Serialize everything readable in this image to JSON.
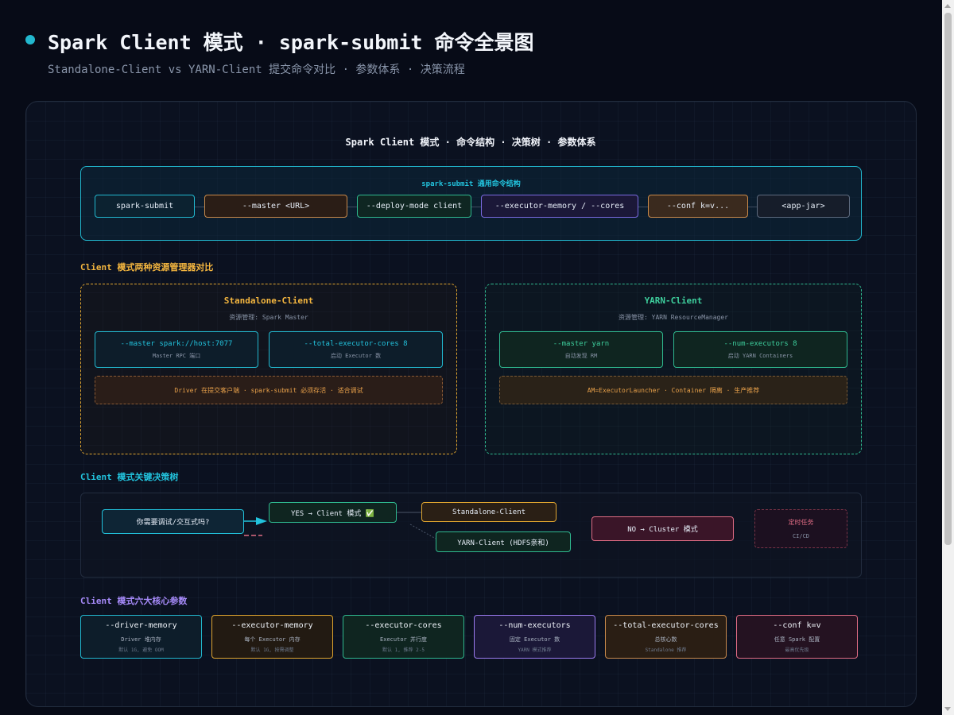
{
  "header": {
    "title": "Spark Client 模式 · spark-submit 命令全景图",
    "subtitle": "Standalone-Client vs YARN-Client 提交命令对比 · 参数体系 · 决策流程"
  },
  "diagram": {
    "title": "Spark Client 模式 · 命令结构 · 决策树 · 参数体系",
    "command_structure": {
      "title": "spark-submit 通用命令结构",
      "parts": [
        "spark-submit",
        "--master <URL>",
        "--deploy-mode client",
        "--executor-memory / --cores",
        "--conf k=v...",
        "<app-jar>"
      ]
    },
    "comparison": {
      "label": "Client 模式两种资源管理器对比",
      "standalone": {
        "title": "Standalone-Client",
        "subtitle": "资源管理: Spark Master",
        "param1": {
          "name": "--master spark://host:7077",
          "desc": "Master RPC 端口"
        },
        "param2": {
          "name": "--total-executor-cores 8",
          "desc": "启动 Executor 数"
        },
        "note": "Driver 在提交客户端 · spark-submit 必须存活 · 适合调试"
      },
      "yarn": {
        "title": "YARN-Client",
        "subtitle": "资源管理: YARN ResourceManager",
        "param1": {
          "name": "--master yarn",
          "desc": "自动发现 RM"
        },
        "param2": {
          "name": "--num-executors 8",
          "desc": "启动 YARN Containers"
        },
        "note": "AM=ExecutorLauncher · Container 隔离 · 生产推荐"
      }
    },
    "decision_tree": {
      "label": "Client 模式关键决策树",
      "question": "你需要调试/交互式吗?",
      "yes": "YES → Client 模式 ✅",
      "standalone": "Standalone-Client",
      "yarn": "YARN-Client (HDFS亲和)",
      "no": "NO → Cluster 模式",
      "scheduled_title": "定时任务",
      "scheduled_sub": "CI/CD"
    },
    "core_params": {
      "label": "Client 模式六大核心参数",
      "items": [
        {
          "name": "--driver-memory",
          "desc": "Driver 堆内存",
          "hint": "默认 1G, 避免 OOM"
        },
        {
          "name": "--executor-memory",
          "desc": "每个 Executor 内存",
          "hint": "默认 1G, 按需调整"
        },
        {
          "name": "--executor-cores",
          "desc": "Executor 并行度",
          "hint": "默认 1, 推荐 2-5"
        },
        {
          "name": "--num-executors",
          "desc": "固定 Executor 数",
          "hint": "YARN 模式推荐"
        },
        {
          "name": "--total-executor-cores",
          "desc": "总核心数",
          "hint": "Standalone 推荐"
        },
        {
          "name": "--conf k=v",
          "desc": "任意 Spark 配置",
          "hint": "最高优先级"
        }
      ]
    }
  },
  "colors": {
    "cyan": "#22b8cf",
    "orange": "#f4b63f",
    "green": "#2fb98f",
    "purple": "#9b7bf0",
    "brown": "#c98a4b",
    "pink": "#e06c84"
  }
}
